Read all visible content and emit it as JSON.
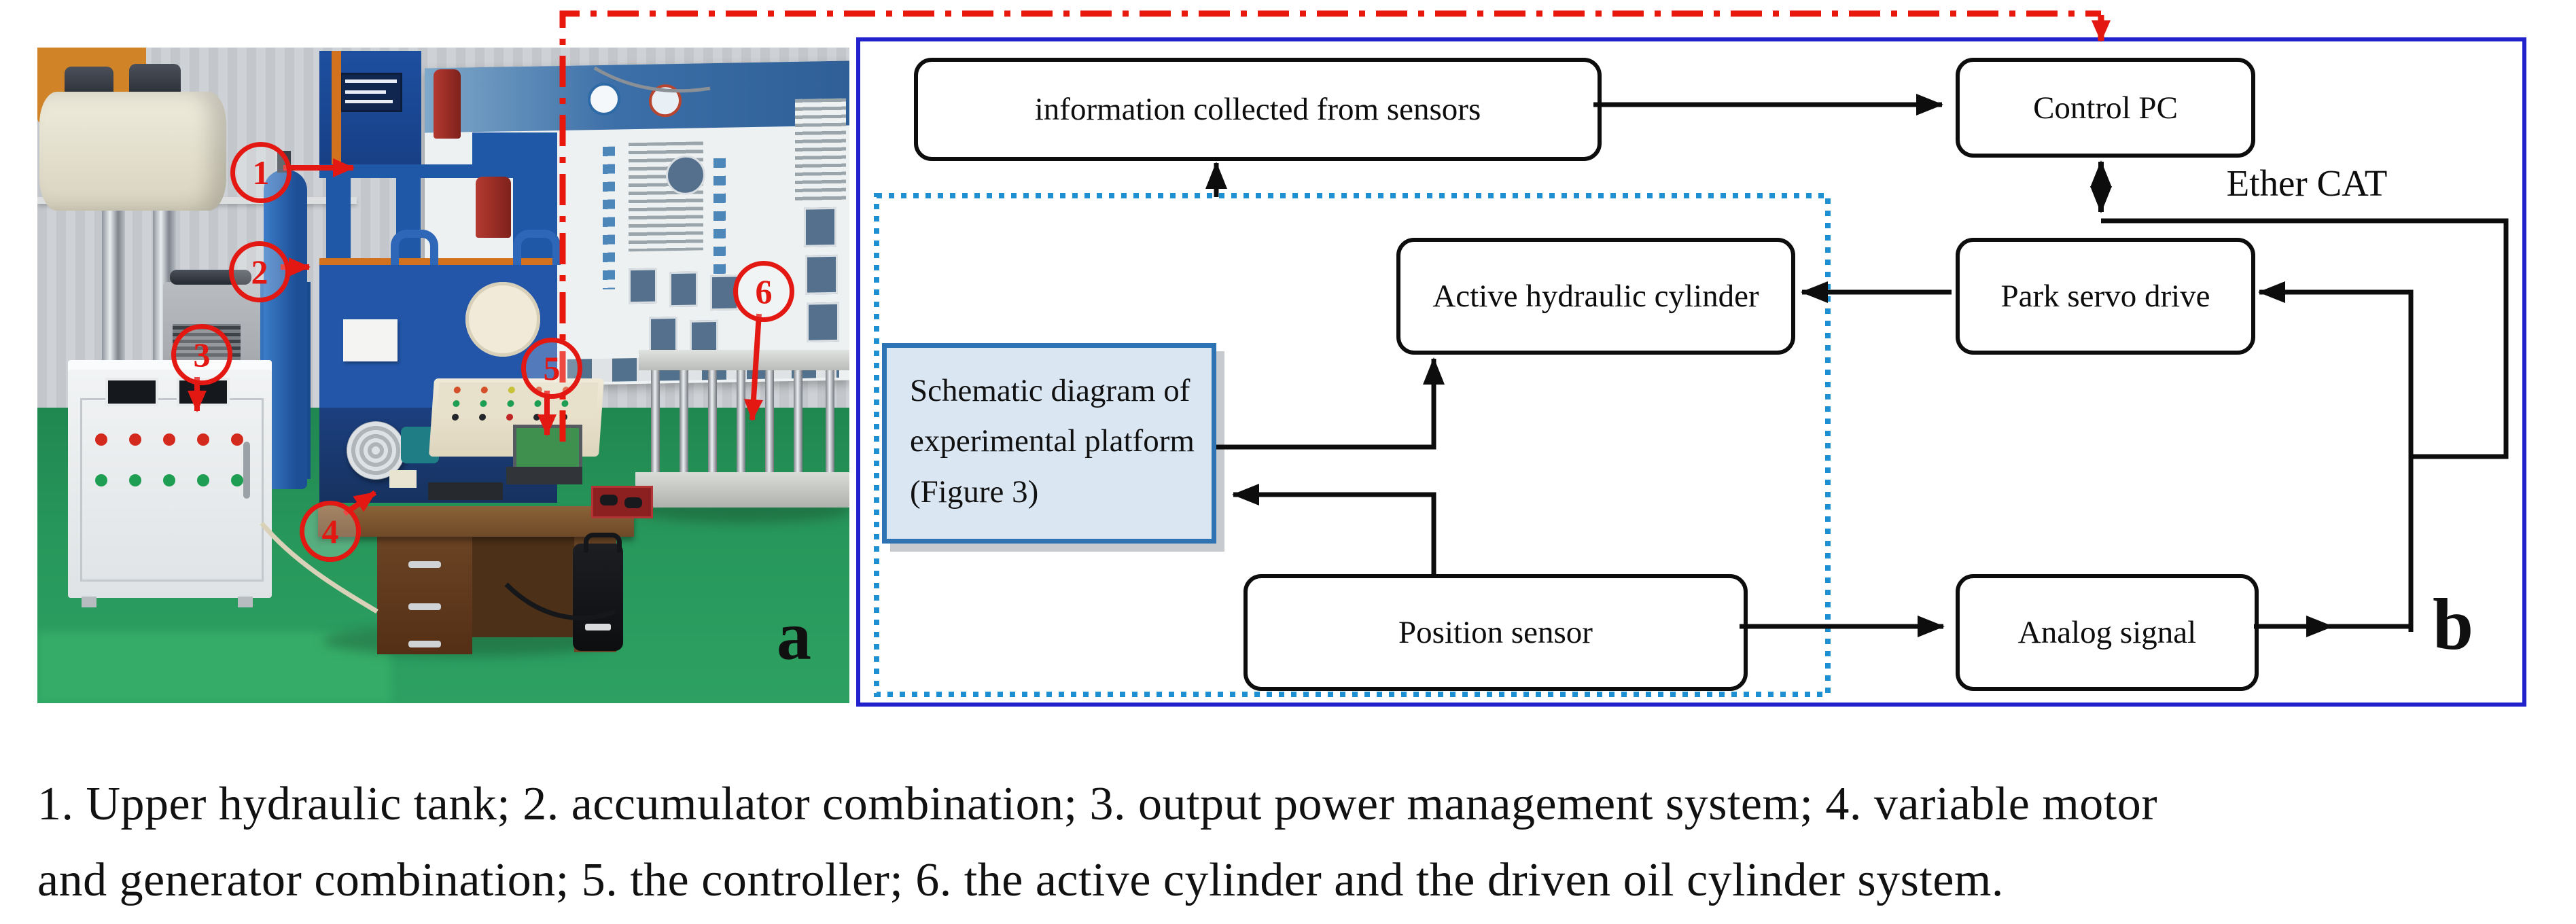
{
  "panel_a": {
    "label": "a",
    "markers": [
      "1",
      "2",
      "3",
      "4",
      "5",
      "6"
    ]
  },
  "panel_b": {
    "label": "b",
    "boxes": {
      "info": "information collected from sensors",
      "control_pc": "Control PC",
      "active_cylinder": "Active hydraulic cylinder",
      "park_servo": "Park servo drive",
      "position_sensor": "Position sensor",
      "analog_signal": "Analog signal"
    },
    "schematic_lines": [
      "Schematic diagram of",
      "experimental platform",
      "(Figure 3)"
    ],
    "bus_label": "Ether CAT"
  },
  "caption": {
    "line1": "1. Upper hydraulic tank; 2. accumulator combination; 3. output power management system; 4. variable motor",
    "line2": "and generator combination; 5. the controller; 6. the active cylinder and the driven oil cylinder system."
  },
  "colors": {
    "accent_red": "#e31812",
    "panel_border_blue": "#2222cc",
    "dotted_box_blue": "#1e8fd0",
    "schematic_border": "#2e74b5",
    "schematic_fill": "#dae6f2"
  }
}
